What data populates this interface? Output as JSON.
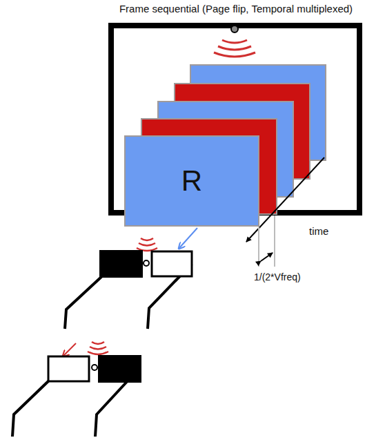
{
  "diagram": {
    "title": "Frame sequential (Page flip, Temporal multiplexed)",
    "nodes": [
      {
        "text": [
          "R"
        ]
      }
    ],
    "labels": [
      "time",
      "1/(2*Vfreq)"
    ]
  }
}
